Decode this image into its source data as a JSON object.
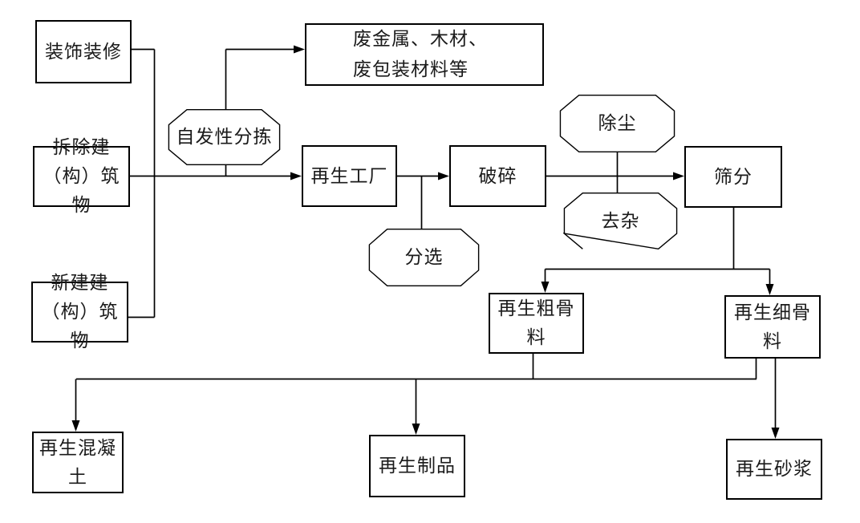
{
  "diagram": {
    "title": "construction-waste-recycling-flowchart",
    "background_color": "#ffffff",
    "line_color": "#000000",
    "nodes": {
      "decoration": {
        "label": "装饰装修",
        "shape": "rect"
      },
      "demolished_buildings": {
        "label": "拆除建\n（构）筑物",
        "shape": "rect"
      },
      "new_buildings": {
        "label": "新建建\n（构）筑物",
        "shape": "rect"
      },
      "waste_materials": {
        "label": "废金属、木材、\n废包装材料等",
        "shape": "rect"
      },
      "spontaneous_sorting": {
        "label": "自发性分拣",
        "shape": "octagon"
      },
      "recycling_factory": {
        "label": "再生工厂",
        "shape": "rect"
      },
      "crushing": {
        "label": "破碎",
        "shape": "rect"
      },
      "sorting": {
        "label": "分选",
        "shape": "octagon"
      },
      "dust_removal": {
        "label": "除尘",
        "shape": "octagon"
      },
      "impurity_removal": {
        "label": "去杂",
        "shape": "octagon"
      },
      "screening": {
        "label": "筛分",
        "shape": "rect"
      },
      "coarse_aggregate": {
        "label": "再生粗骨料",
        "shape": "rect"
      },
      "fine_aggregate": {
        "label": "再生细骨料",
        "shape": "rect"
      },
      "recycled_concrete": {
        "label": "再生混凝土",
        "shape": "rect"
      },
      "recycled_products": {
        "label": "再生制品",
        "shape": "rect"
      },
      "recycled_mortar": {
        "label": "再生砂浆",
        "shape": "rect"
      }
    },
    "edges": [
      {
        "from": "decoration",
        "to": "main_feed_line",
        "arrow": false
      },
      {
        "from": "demolished_buildings",
        "to": "recycling_factory",
        "arrow": true
      },
      {
        "from": "new_buildings",
        "to": "main_feed_line",
        "arrow": false
      },
      {
        "from": "main_feed_line",
        "to": "spontaneous_sorting",
        "arrow": false
      },
      {
        "from": "spontaneous_sorting",
        "to": "waste_materials",
        "arrow": true
      },
      {
        "from": "recycling_factory",
        "to": "crushing",
        "arrow": true
      },
      {
        "from": "recycling_factory",
        "to": "sorting",
        "arrow": false
      },
      {
        "from": "crushing",
        "to": "screening",
        "arrow": true
      },
      {
        "from": "dust_removal",
        "to": "impurity_removal",
        "arrow": false
      },
      {
        "from": "screening",
        "to": "coarse_aggregate",
        "arrow": true
      },
      {
        "from": "screening",
        "to": "fine_aggregate",
        "arrow": true
      },
      {
        "from": "coarse_aggregate",
        "to": "recycled_concrete",
        "arrow": true
      },
      {
        "from": "coarse_aggregate",
        "to": "recycled_products",
        "arrow": true
      },
      {
        "from": "fine_aggregate",
        "to": "recycled_concrete",
        "arrow": true
      },
      {
        "from": "fine_aggregate",
        "to": "recycled_products",
        "arrow": true
      },
      {
        "from": "fine_aggregate",
        "to": "recycled_mortar",
        "arrow": true
      }
    ]
  }
}
